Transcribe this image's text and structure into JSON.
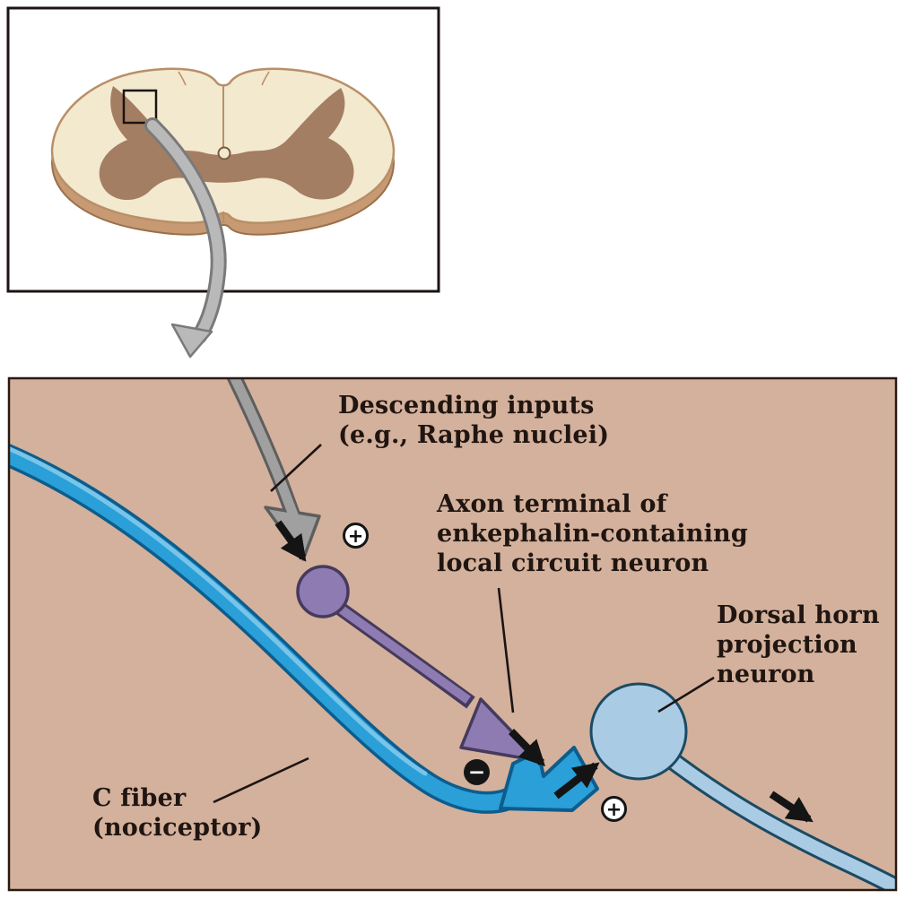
{
  "panel": {
    "labels": {
      "descending": {
        "line1": "Descending inputs",
        "line2": "(e.g., Raphe nuclei)"
      },
      "enkephalin": {
        "line1": "Axon terminal of",
        "line2": "enkephalin-containing",
        "line3": "local circuit neuron"
      },
      "projection": {
        "line1": "Dorsal horn",
        "line2": "projection",
        "line3": "neuron"
      },
      "cfiber": {
        "line1": "C fiber",
        "line2": "(nociceptor)"
      }
    },
    "signs": {
      "plus": "+",
      "minus": "−"
    }
  },
  "colors": {
    "panel_background": "#d3b19c",
    "c_fiber_blue": "#2a9fd8",
    "c_fiber_outline": "#0d5c8c",
    "c_fiber_highlight": "#86cbec",
    "projection_neuron_blue": "#a9cbe3",
    "projection_neuron_outline": "#1c4a63",
    "interneuron_purple": "#8d7bb1",
    "interneuron_outline": "#463a5c",
    "descending_axon_gray": "#a0a0a0",
    "descending_axon_outline": "#5e5e5e",
    "cord_white_matter": "#f2e9cf",
    "cord_gray_matter": "#a47e62",
    "cord_rim": "#c79a74",
    "magnifier_arrow_gray": "#b9b9b9",
    "flow_arrow_black": "#141414",
    "label_text": "#201510"
  }
}
